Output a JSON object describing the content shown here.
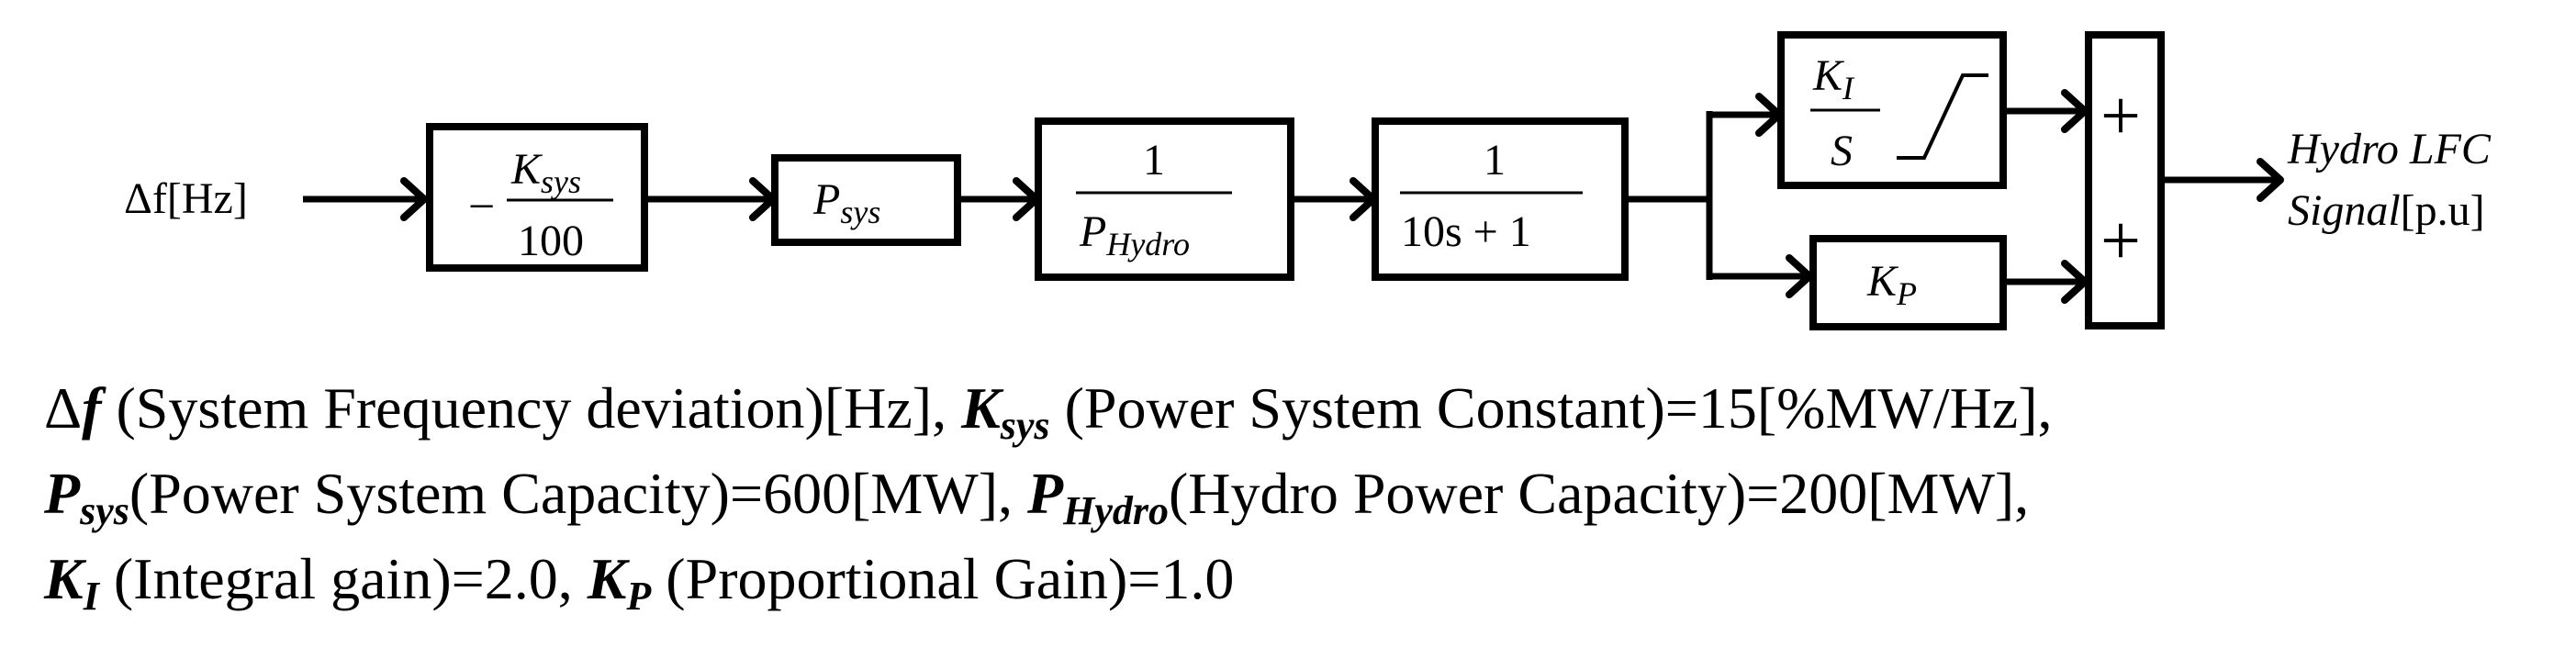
{
  "diagram": {
    "input": {
      "symbol": "Δf",
      "unit": "[Hz]"
    },
    "blocks": {
      "gain": {
        "sign": "−",
        "num_main": "K",
        "num_sub": "sys",
        "den": "100"
      },
      "psys": {
        "main": "P",
        "sub": "sys"
      },
      "inv_hydro": {
        "num": "1",
        "den_main": "P",
        "den_sub": "Hydro"
      },
      "lag": {
        "num": "1",
        "den": "10s + 1"
      },
      "integral": {
        "num_main": "K",
        "num_sub": "I",
        "den": "S"
      },
      "proportional": {
        "main": "K",
        "sub": "P"
      },
      "summer": {
        "sign_top": "+",
        "sign_bottom": "+"
      }
    },
    "output": {
      "line1": "Hydro LFC",
      "line2": "Signal",
      "unit": "[p.u]"
    }
  },
  "legend": {
    "lines": [
      [
        {
          "sym": "Δ",
          "sym_it": "f",
          "text": " (System Frequency deviation)[Hz], "
        },
        {
          "sym": "K",
          "sub": "sys",
          "text": " (Power System Constant)=15[%MW/Hz],"
        }
      ],
      [
        {
          "sym": "P",
          "sub": "sys",
          "text": "(Power System Capacity)=600[MW], "
        },
        {
          "sym": "P",
          "sub": "Hydro",
          "text": "(Hydro Power Capacity)=200[MW],"
        }
      ],
      [
        {
          "sym": "K",
          "sub": "I",
          "text": " (Integral gain)=2.0, "
        },
        {
          "sym": "K",
          "sub": "P",
          "text": " (Proportional Gain)=1.0"
        }
      ]
    ]
  }
}
